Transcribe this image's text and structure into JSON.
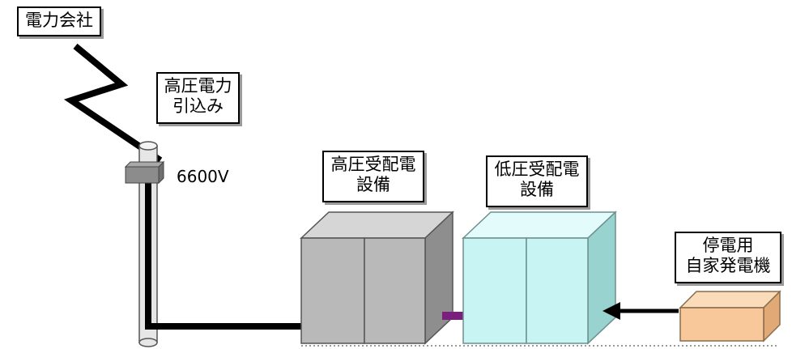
{
  "labels": {
    "power_company": "電力会社",
    "hv_incoming_line1": "高圧電力",
    "hv_incoming_line2": "引込み",
    "voltage": "6600V",
    "hv_equipment_line1": "高圧受配電",
    "hv_equipment_line2": "設備",
    "lv_equipment_line1": "低圧受配電",
    "lv_equipment_line2": "設備",
    "generator_line1": "停電用",
    "generator_line2": "自家発電機"
  },
  "colors": {
    "hv_cabinet_front": "#b9b9b9",
    "hv_cabinet_top": "#d6d6d6",
    "hv_cabinet_side": "#8e8e8e",
    "lv_cabinet_front": "#c8f5f4",
    "lv_cabinet_top": "#e3fbfa",
    "lv_cabinet_side": "#98d3d0",
    "generator_front": "#f8c89a",
    "generator_top": "#fbdcba",
    "generator_side": "#e0a975",
    "connector": "#7a1f7d",
    "pole": "#e6e6e6",
    "cable": "#000000"
  }
}
